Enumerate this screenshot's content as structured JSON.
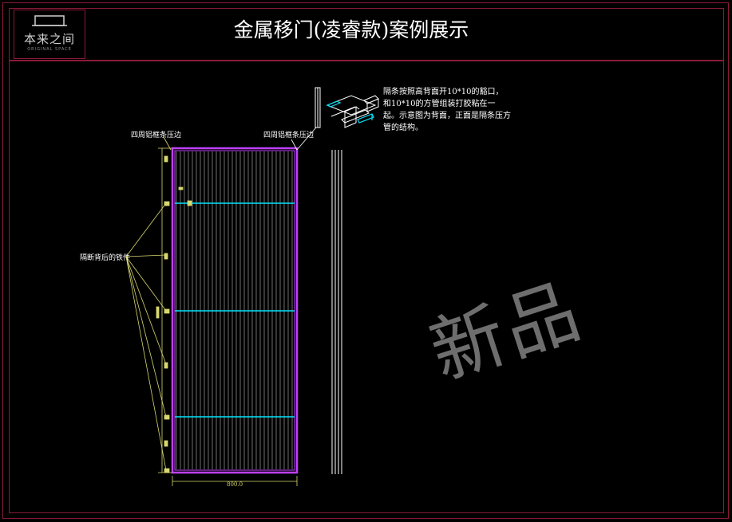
{
  "title": "金属移门(凌睿款)案例展示",
  "logo": {
    "name": "本来之间",
    "subtitle": "ORIGINAL SPACE"
  },
  "note": "隔条按照高背面开10*10的豁口，和10*10的方管组装打胶粘在一起。示意图为背面，正面是隔条压方管的结构。",
  "labels": {
    "top_left": "四周铝框条压边",
    "top_right": "四周铝框条压边",
    "left_callout": "隔断背后的铁件",
    "width_dim": "800.0"
  },
  "watermark": "新品",
  "colors": {
    "frame": "#8a1a3a",
    "door": "#c040ff",
    "rail": "#00e5ff",
    "dim": "#d8d870",
    "lines": "#ffffff"
  }
}
